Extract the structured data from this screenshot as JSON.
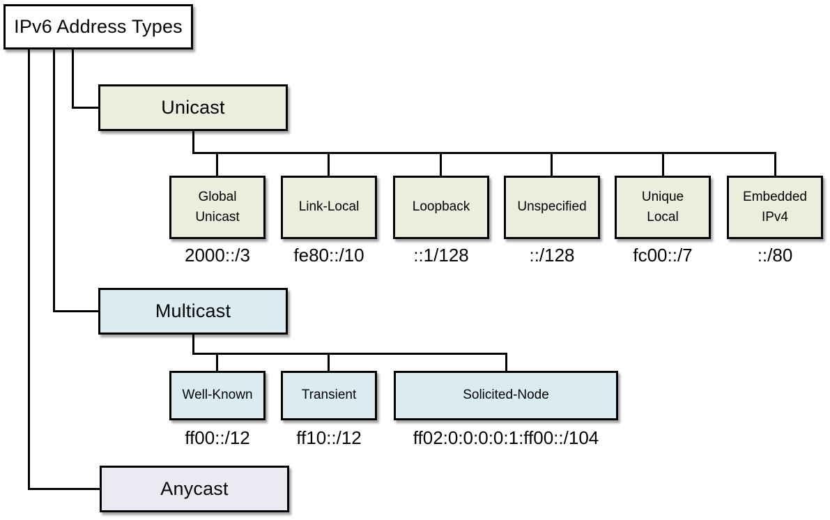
{
  "diagram": {
    "title": "IPv6 Address Types",
    "root": {
      "label": "IPv6 Address Types"
    },
    "branches": [
      {
        "id": "unicast",
        "label": "Unicast",
        "children": [
          {
            "label": "Global Unicast",
            "address": "2000::/3"
          },
          {
            "label": "Link-Local",
            "address": "fe80::/10"
          },
          {
            "label": "Loopback",
            "address": "::1/128"
          },
          {
            "label": "Unspecified",
            "address": "::/128"
          },
          {
            "label": "Unique Local",
            "address": "fc00::/7"
          },
          {
            "label": "Embedded IPv4",
            "address": "::/80"
          }
        ]
      },
      {
        "id": "multicast",
        "label": "Multicast",
        "children": [
          {
            "label": "Well-Known",
            "address": "ff00::/12"
          },
          {
            "label": "Transient",
            "address": "ff10::/12"
          },
          {
            "label": "Solicited-Node",
            "address": "ff02:0:0:0:0:1:ff00::/104"
          }
        ]
      },
      {
        "id": "anycast",
        "label": "Anycast",
        "children": []
      }
    ]
  },
  "palette": {
    "root_fill": "#ffffff",
    "unicast_fill": "#e9eedd",
    "multicast_fill": "#daecf2",
    "anycast_fill": "#ebe9f1",
    "line_color": "#000000"
  }
}
